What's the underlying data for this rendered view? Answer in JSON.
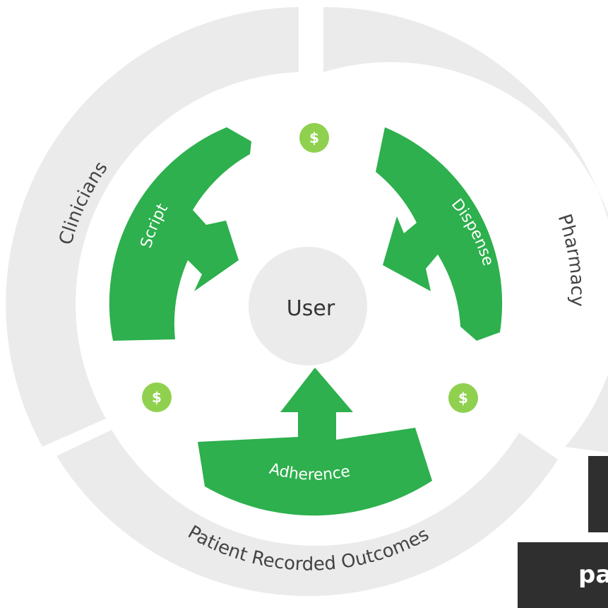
{
  "segments": {
    "clinicians": "Clinicians",
    "pharmacy": "Pharmacy",
    "patient_outcomes": "Patient Recorded Outcomes"
  },
  "arrows": {
    "script": "Script",
    "dispense": "Dispense",
    "adherence": "Adherence"
  },
  "center": {
    "label": "User"
  },
  "coins": {
    "symbol": "$"
  },
  "overlay": {
    "caption": "pa"
  },
  "colors": {
    "green": "#2db04d",
    "coin": "#8fd14f",
    "segment_gray": "#ebebeb",
    "overlay_dark": "#2f2f2f"
  }
}
